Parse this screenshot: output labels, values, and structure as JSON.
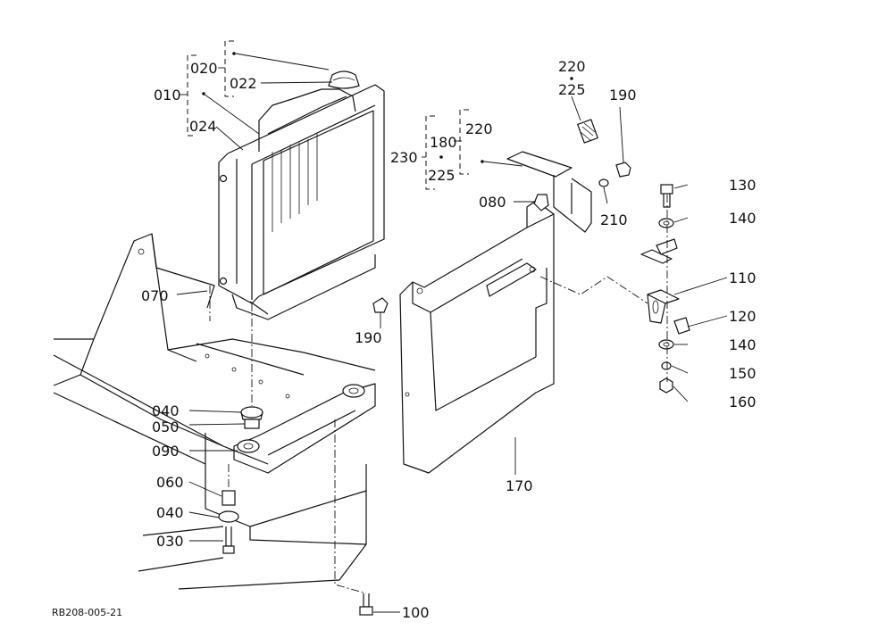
{
  "diagram": {
    "reference_code": "RB208-005-21",
    "part_labels": [
      {
        "id": "p010",
        "text": "010"
      },
      {
        "id": "p020",
        "text": "020"
      },
      {
        "id": "p022",
        "text": "022"
      },
      {
        "id": "p024",
        "text": "024"
      },
      {
        "id": "p030",
        "text": "030"
      },
      {
        "id": "p040a",
        "text": "040"
      },
      {
        "id": "p040b",
        "text": "040"
      },
      {
        "id": "p050",
        "text": "050"
      },
      {
        "id": "p060",
        "text": "060"
      },
      {
        "id": "p070",
        "text": "070"
      },
      {
        "id": "p080",
        "text": "080"
      },
      {
        "id": "p090",
        "text": "090"
      },
      {
        "id": "p100",
        "text": "100"
      },
      {
        "id": "p110",
        "text": "110"
      },
      {
        "id": "p120",
        "text": "120"
      },
      {
        "id": "p130",
        "text": "130"
      },
      {
        "id": "p140a",
        "text": "140"
      },
      {
        "id": "p140b",
        "text": "140"
      },
      {
        "id": "p150",
        "text": "150"
      },
      {
        "id": "p160",
        "text": "160"
      },
      {
        "id": "p170",
        "text": "170"
      },
      {
        "id": "p180",
        "text": "180"
      },
      {
        "id": "p190a",
        "text": "190"
      },
      {
        "id": "p190b",
        "text": "190"
      },
      {
        "id": "p210",
        "text": "210"
      },
      {
        "id": "p220a",
        "text": "220"
      },
      {
        "id": "p220b",
        "text": "220"
      },
      {
        "id": "p225a",
        "text": "225"
      },
      {
        "id": "p225b",
        "text": "225"
      },
      {
        "id": "p230",
        "text": "230"
      }
    ]
  }
}
